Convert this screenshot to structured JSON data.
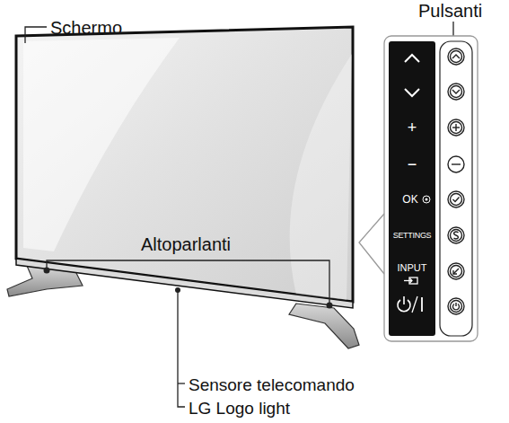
{
  "diagram": {
    "labels": [
      "Schermo",
      "Pulsanti",
      "Altoparlanti",
      "Sensore telecomando",
      "LG Logo light",
      "+",
      "−",
      "OK",
      "SETTINGS",
      "INPUT"
    ]
  }
}
